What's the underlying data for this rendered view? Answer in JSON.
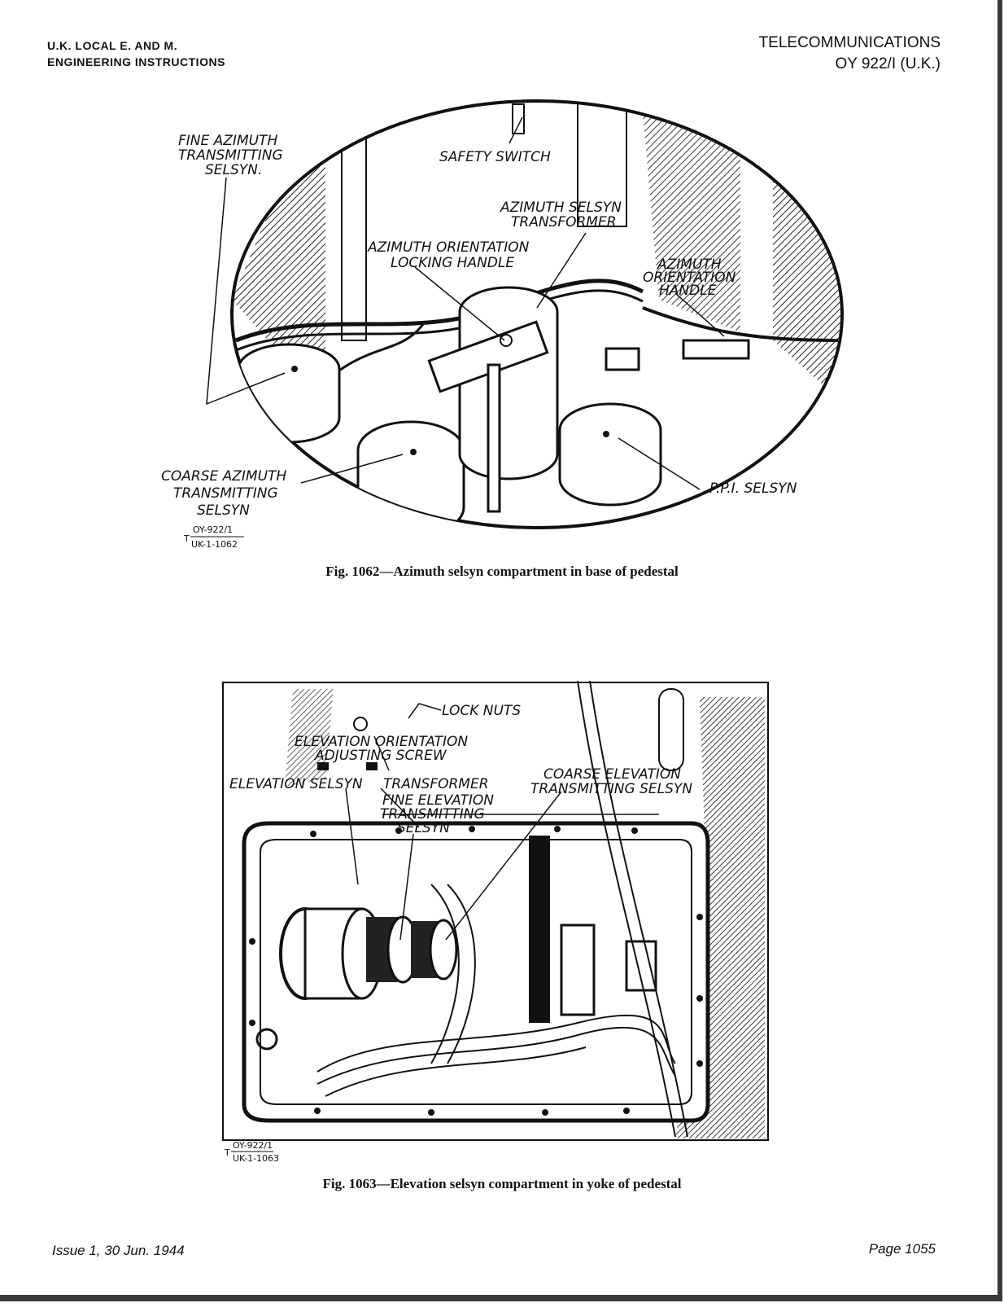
{
  "header": {
    "left_line1": "U.K.  LOCAL  E.  AND  M.",
    "left_line2": "ENGINEERING INSTRUCTIONS",
    "right_line1": "TELECOMMUNICATIONS",
    "right_line2": "OY 922/I (U.K.)"
  },
  "figure1": {
    "caption": "Fig. 1062—Azimuth selsyn compartment in base of pedestal",
    "ref_top": "OY-922/1",
    "ref_bottom": "UK-1-1062",
    "ref_prefix": "T",
    "labels": {
      "fine_azimuth_1": "FINE AZIMUTH",
      "fine_azimuth_2": "TRANSMITTING",
      "fine_azimuth_3": "SELSYN.",
      "safety_switch": "SAFETY SWITCH",
      "az_selsyn_tx_1": "AZIMUTH SELSYN",
      "az_selsyn_tx_2": "TRANSFORMER",
      "az_orient_lock_1": "AZIMUTH ORIENTATION",
      "az_orient_lock_2": "LOCKING HANDLE",
      "az_orient_handle_1": "AZIMUTH",
      "az_orient_handle_2": "ORIENTATION",
      "az_orient_handle_3": "HANDLE",
      "coarse_az_1": "COARSE AZIMUTH",
      "coarse_az_2": "TRANSMITTING",
      "coarse_az_3": "SELSYN",
      "ppi_selsyn": "P.P.I. SELSYN"
    }
  },
  "figure2": {
    "caption": "Fig. 1063—Elevation selsyn compartment in yoke of pedestal",
    "ref_top": "OY-922/1",
    "ref_bottom": "UK-1-1063",
    "ref_prefix": "T",
    "labels": {
      "lock_nuts": "LOCK NUTS",
      "elev_orient_1": "ELEVATION ORIENTATION",
      "elev_orient_2": "ADJUSTING SCREW",
      "elev_selsyn": "ELEVATION SELSYN",
      "transformer": "TRANSFORMER",
      "fine_elev_1": "FINE ELEVATION",
      "fine_elev_2": "TRANSMITTING",
      "fine_elev_3": "SELSYN",
      "coarse_elev_1": "COARSE ELEVATION",
      "coarse_elev_2": "TRANSMITTING SELSYN"
    }
  },
  "footer": {
    "issue": "Issue 1, 30 Jun. 1944",
    "page": "Page 1055"
  }
}
